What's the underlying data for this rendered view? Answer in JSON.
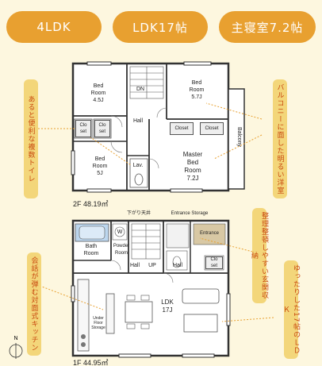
{
  "headers": [
    "4LDK",
    "LDK17帖",
    "主寝室7.2帖"
  ],
  "callouts": {
    "toilet": "あると便利な複数トイレ",
    "balcony": "バルコニーに面した明るい洋室",
    "kitchen": "会話が弾む対面式キッチン",
    "storage": "整理整頓しやすい玄関収納",
    "ldk": "ゆったりした17帖のＬＤＫ"
  },
  "floor2": {
    "label": "2F 48.19㎡",
    "rooms": {
      "bed_a": "Bed\nRoom\n4.5J",
      "bed_b": "Bed\nRoom\n5.7J",
      "bed_c": "Bed\nRoom\n5J",
      "master": "Master\nBed\nRoom\n7.2J",
      "hall": "Hall",
      "lav": "Lav.",
      "dn": "DN",
      "balcony": "Balcony",
      "closet_l1": "Clo\nset",
      "closet_l2": "Clo\nset",
      "closet_r1": "Closet",
      "closet_r2": "Closet"
    }
  },
  "floor1": {
    "label": "1F 44.95㎡",
    "rooms": {
      "bath": "Bath\nRoom",
      "powder": "Powder\nRoom",
      "w": "W",
      "hall_l": "Hall",
      "up": "UP",
      "hall_r": "Hall",
      "closet": "Clo\nset",
      "ldk": "LDK\n17J",
      "underfloor": "Under\nFloor\nStorage",
      "ceiling": "下がり天井",
      "entrance": "Entrance Storage",
      "entrance_short": "Entrance"
    }
  },
  "colors": {
    "accent": "#e8a030",
    "band": "#f3d67a",
    "callout_text": "#c84a10",
    "background": "#fdf7df",
    "floor_fill": "#ffffff",
    "blue": "#bcd6ee",
    "wood": "#d8c8a4"
  },
  "icons": [
    "north-arrow-icon"
  ]
}
